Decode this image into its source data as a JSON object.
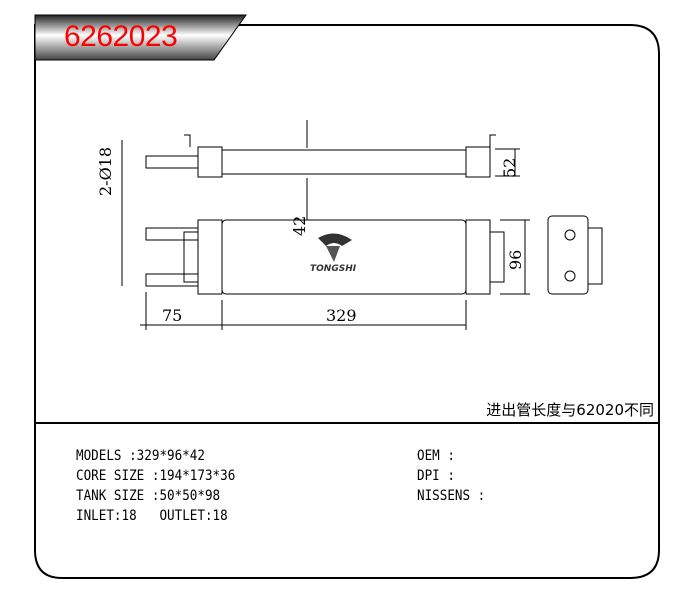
{
  "header": {
    "part_number": "6262023"
  },
  "drawing": {
    "dimensions": {
      "tube_dia": "2-Ø18",
      "height_total": "42",
      "tank_height": "52",
      "core_height": "96",
      "pipe_length": "75",
      "length": "329"
    },
    "logo_text": "TONGSHI"
  },
  "note": "进出管长度与62020不同",
  "specs": {
    "models": "MODELS :329*96*42",
    "core_size": "CORE SIZE :194*173*36",
    "tank_size": "TANK SIZE :50*50*98",
    "inlet_outlet": "INLET:18   OUTLET:18",
    "oem": "OEM :",
    "dpi": "DPI :",
    "nissens": "NISSENS :"
  },
  "colors": {
    "title": "#ff0000"
  }
}
